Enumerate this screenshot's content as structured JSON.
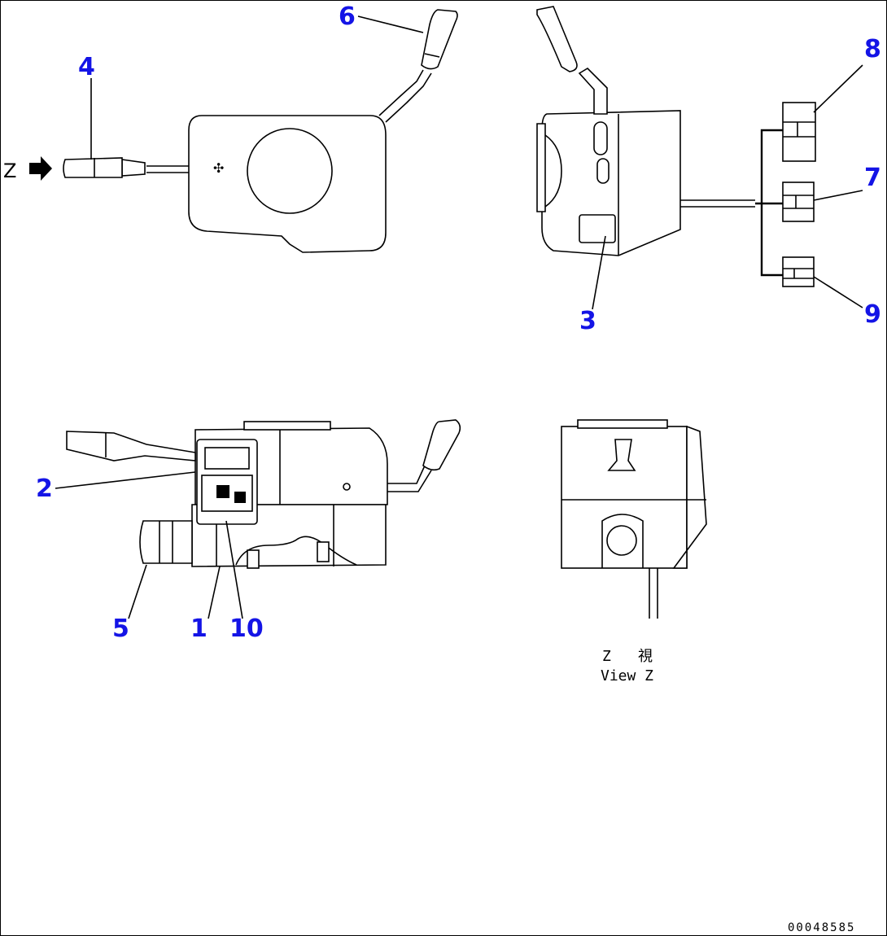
{
  "callouts": {
    "c1": "1",
    "c2": "2",
    "c3": "3",
    "c4": "4",
    "c5": "5",
    "c6": "6",
    "c7": "7",
    "c8": "8",
    "c9": "9",
    "c10": "10"
  },
  "view_arrow_label": "Z",
  "caption": {
    "line1_a": "Z",
    "line1_b": "視",
    "line2": "View Z"
  },
  "reference_number": "00048585",
  "colors": {
    "callout": "#1414e6",
    "line": "#000000",
    "background": "#ffffff"
  }
}
